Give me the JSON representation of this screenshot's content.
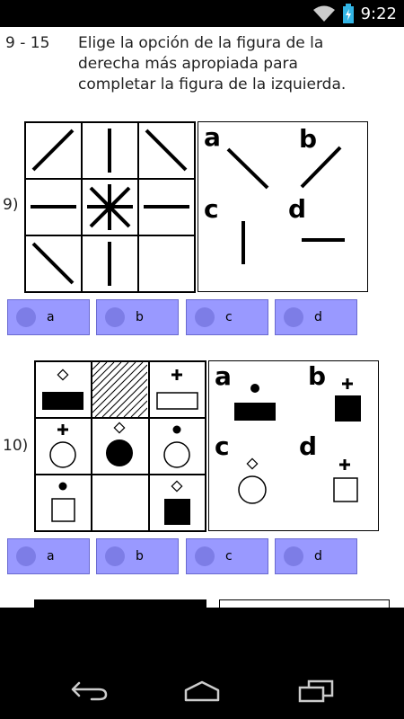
{
  "status_bar": {
    "time": "9:22"
  },
  "header": {
    "range": "9 - 15",
    "instruction": "Elige la opción de la figura de la derecha más apropiada para completar la figura de la izquierda."
  },
  "questions": [
    {
      "number": "9)",
      "answer_letters": [
        "a",
        "b",
        "c",
        "d"
      ],
      "options": [
        "a",
        "b",
        "c",
        "d"
      ]
    },
    {
      "number": "10)",
      "answer_letters": [
        "a",
        "b",
        "c",
        "d"
      ],
      "options": [
        "a",
        "b",
        "c",
        "d"
      ]
    }
  ],
  "icons": {
    "wifi": "wifi-icon",
    "battery": "battery-icon",
    "back": "back-icon",
    "home": "home-icon",
    "recents": "recents-icon"
  },
  "colors": {
    "option_bg": "#9999ff",
    "radio": "#7d7de6"
  }
}
